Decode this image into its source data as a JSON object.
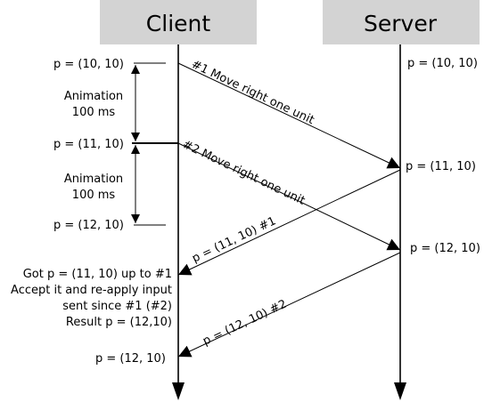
{
  "headers": {
    "client": "Client",
    "server": "Server"
  },
  "client_positions": {
    "p1": "p = (10, 10)",
    "p2": "p = (11, 10)",
    "p3": "p = (12, 10)"
  },
  "animations": [
    {
      "line1": "Animation",
      "line2": "100 ms"
    },
    {
      "line1": "Animation",
      "line2": "100 ms"
    }
  ],
  "server_positions": {
    "p1": "p = (10, 10)",
    "p2": "p = (11, 10)",
    "p3": "p = (12, 10)"
  },
  "messages": {
    "m1": "#1 Move right one unit",
    "m2": "#2 Move right one unit",
    "r1": "p = (11, 10) #1",
    "r2": "p = (12, 10) #2"
  },
  "reconcile": {
    "line1": "Got p = (11, 10) up to #1",
    "line2": "Accept it and re-apply input",
    "line3": "sent since #1 (#2)",
    "line4": "Result p = (12,10)"
  },
  "final_position": "p = (12, 10)",
  "colors": {
    "header_bg": "#d3d3d3",
    "line": "#000000"
  }
}
